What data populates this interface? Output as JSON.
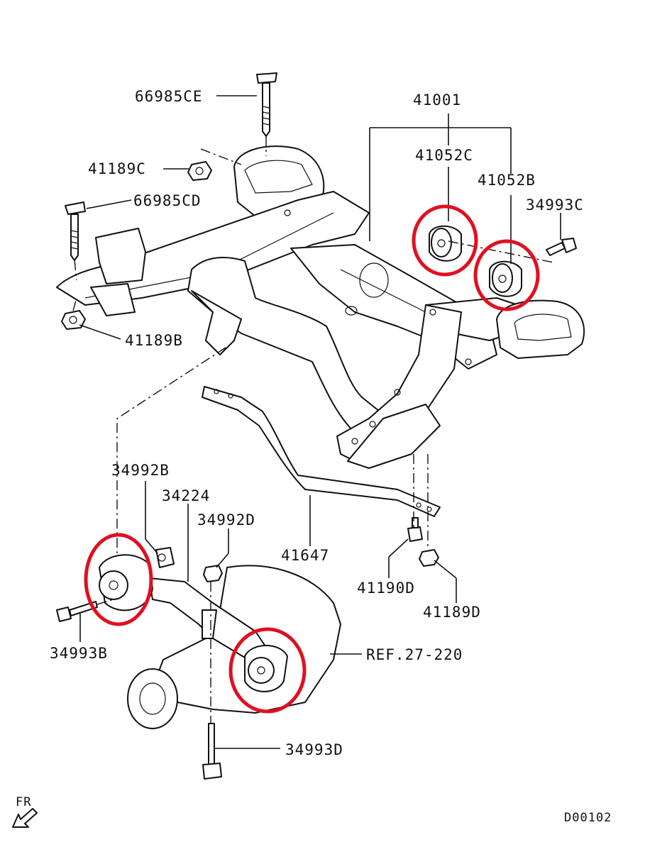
{
  "labels": {
    "p66985CE": "66985CE",
    "p41001": "41001",
    "p41189C": "41189C",
    "p41052C": "41052C",
    "p41052B": "41052B",
    "p66985CD": "66985CD",
    "p34993C": "34993C",
    "p41189B": "41189B",
    "p34992B": "34992B",
    "p34224": "34224",
    "p34992D": "34992D",
    "p41647": "41647",
    "p41190D": "41190D",
    "p41189D": "41189D",
    "p34993B": "34993B",
    "ref": "REF.27-220",
    "p34993D": "34993D",
    "fr": "FR",
    "diagram_id": "D00102"
  },
  "highlight_color": "#e01020"
}
